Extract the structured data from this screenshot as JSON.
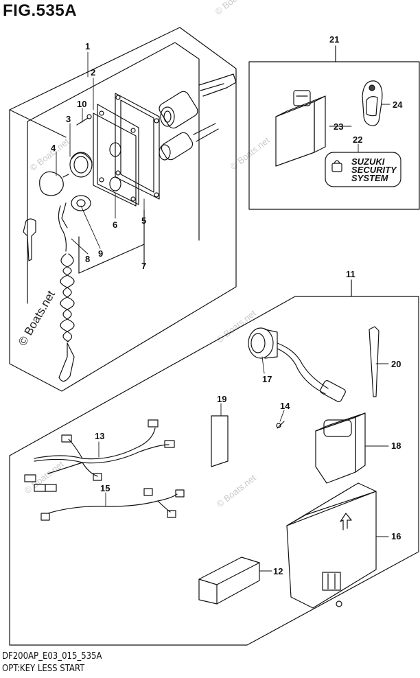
{
  "figure": {
    "title": "FIG.535A",
    "model_code": "DF200AP_E03_015_535A",
    "description": "OPT:KEY LESS START"
  },
  "watermark": "© Boats.net",
  "security_label": {
    "line1": "SUZUKI",
    "line2": "SECURITY",
    "line3": "SYSTEM"
  },
  "callouts": [
    "1",
    "2",
    "3",
    "4",
    "5",
    "6",
    "7",
    "8",
    "9",
    "10",
    "11",
    "12",
    "13",
    "14",
    "15",
    "16",
    "17",
    "18",
    "19",
    "20",
    "21",
    "22",
    "23",
    "24"
  ]
}
